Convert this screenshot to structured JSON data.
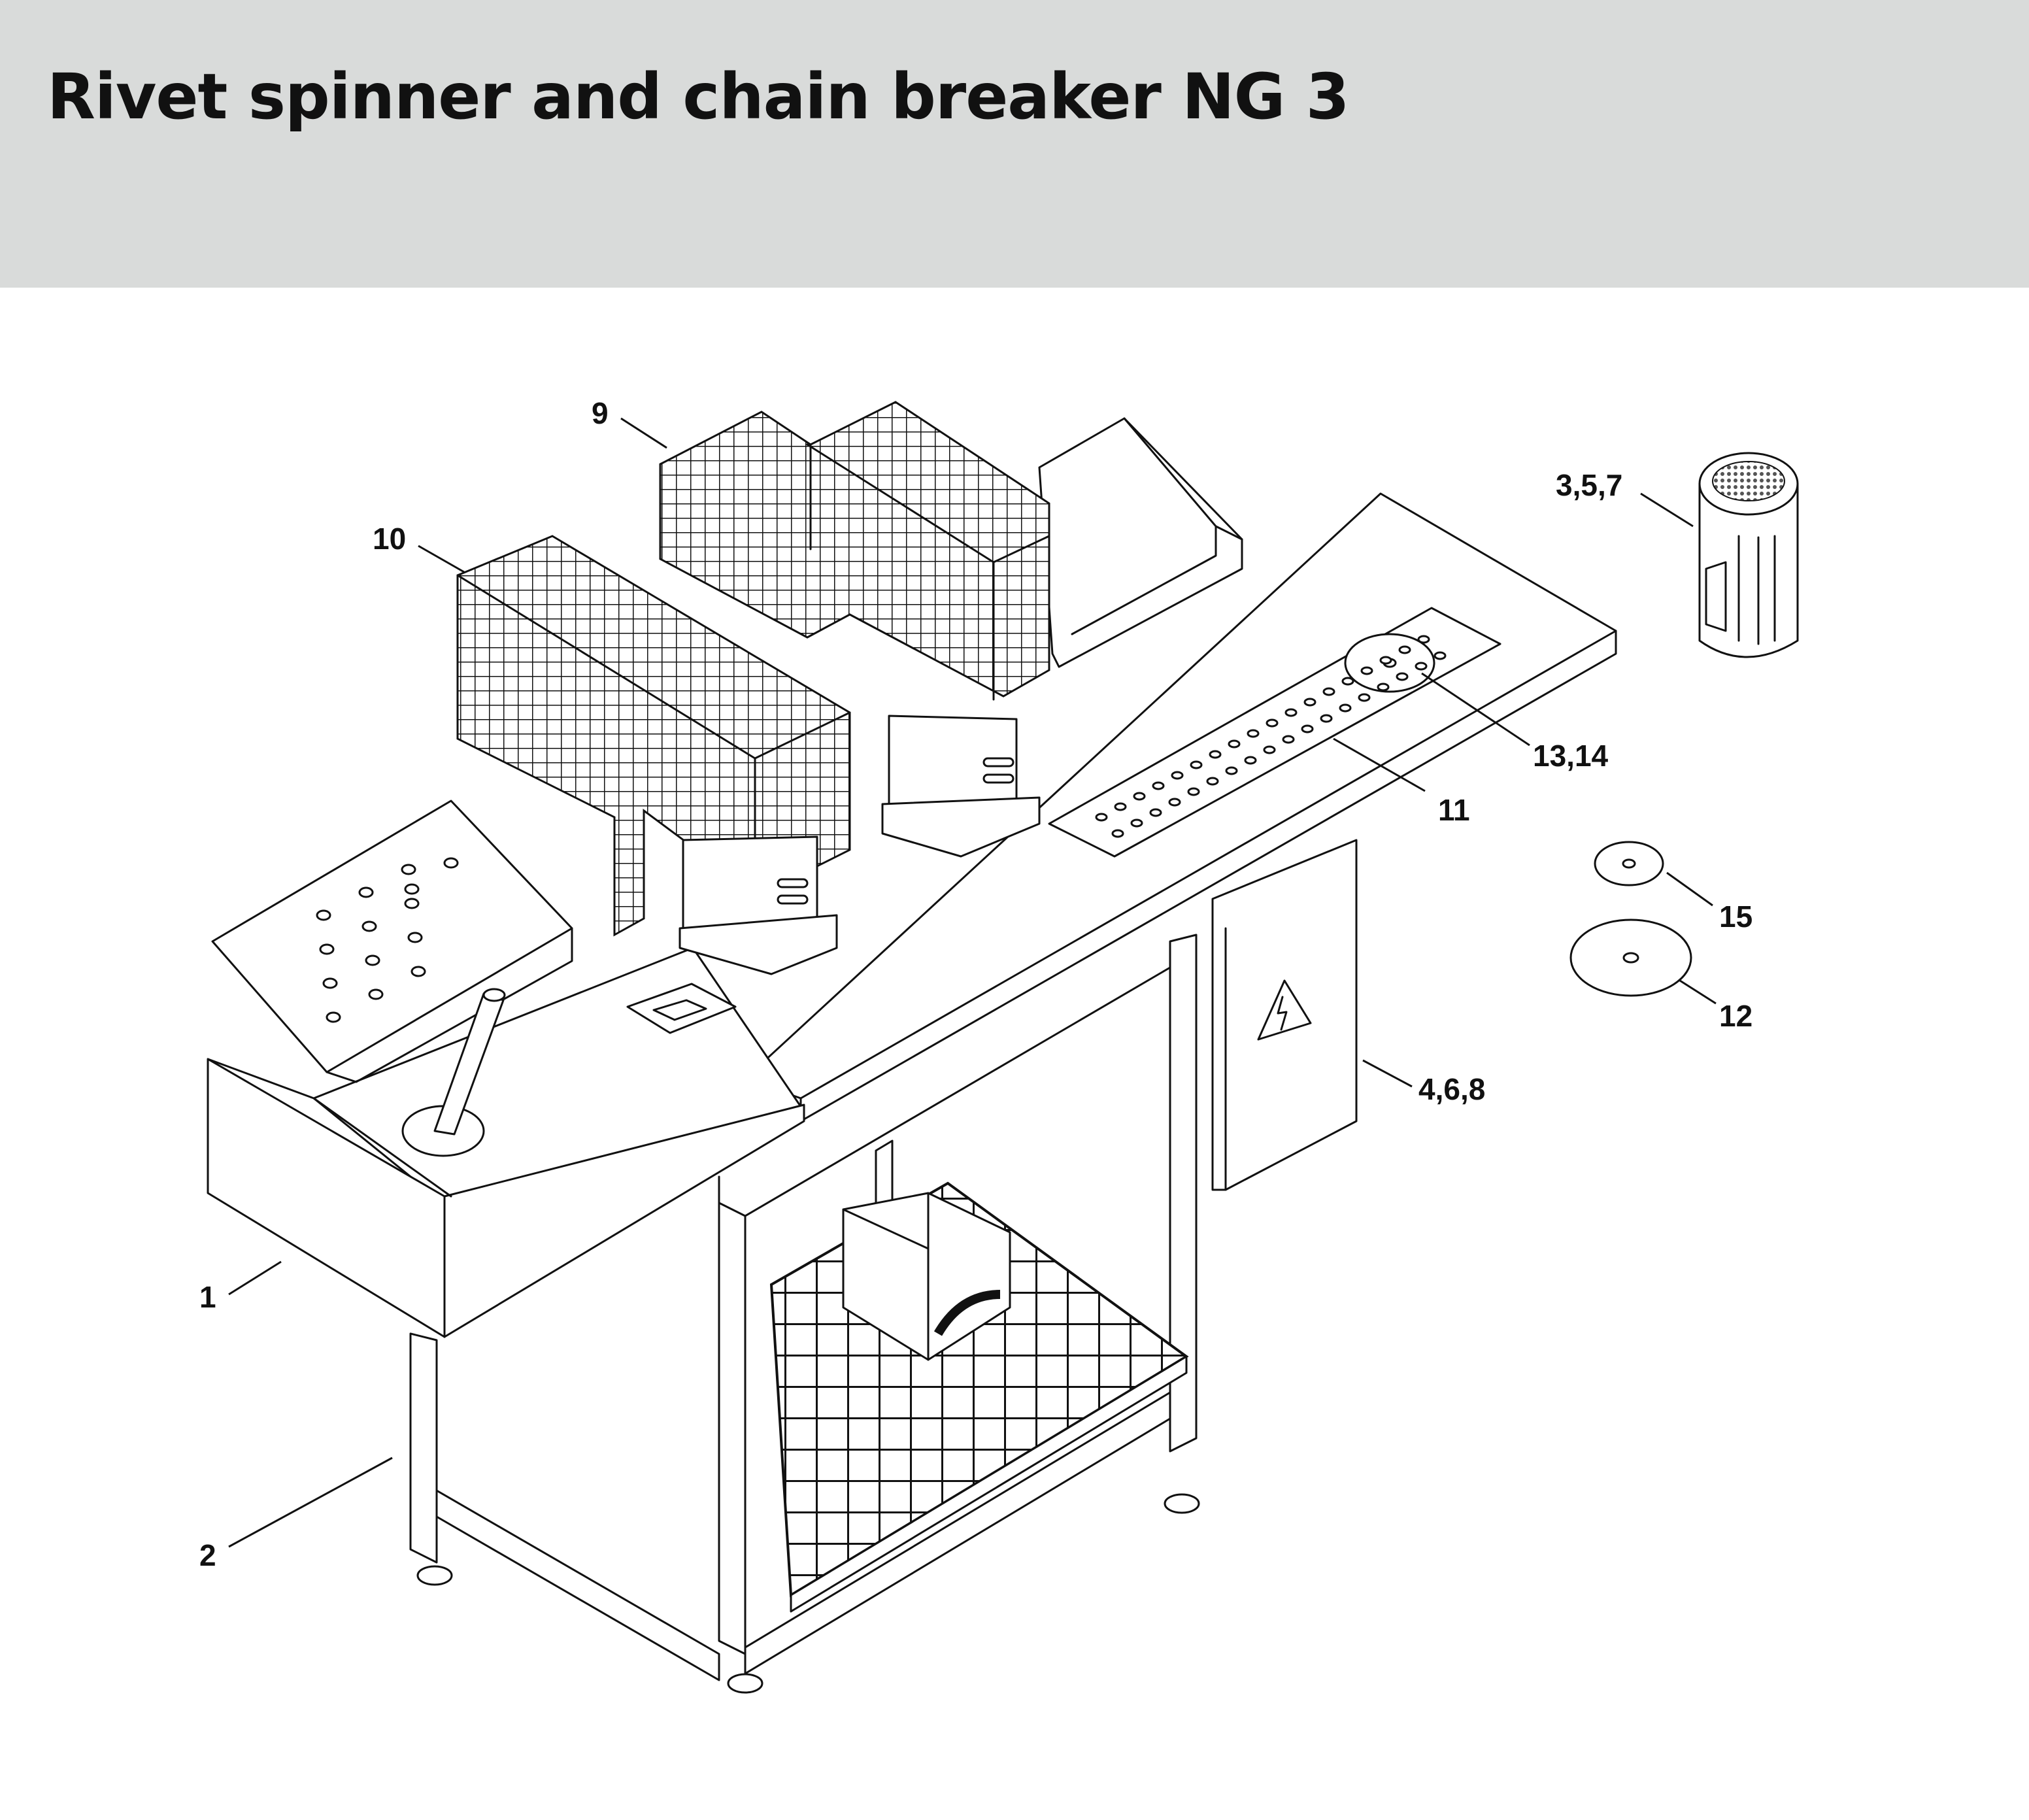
{
  "title": "Rivet spinner and chain breaker NG 3",
  "colors": {
    "header_band": "#d9dbda",
    "line": "#111111",
    "background": "#ffffff"
  },
  "callouts": {
    "c9": "9",
    "c10": "10",
    "c357": "3,5,7",
    "c1314": "13,14",
    "c11": "11",
    "c15": "15",
    "c12": "12",
    "c468": "4,6,8",
    "c1": "1",
    "c2": "2"
  }
}
